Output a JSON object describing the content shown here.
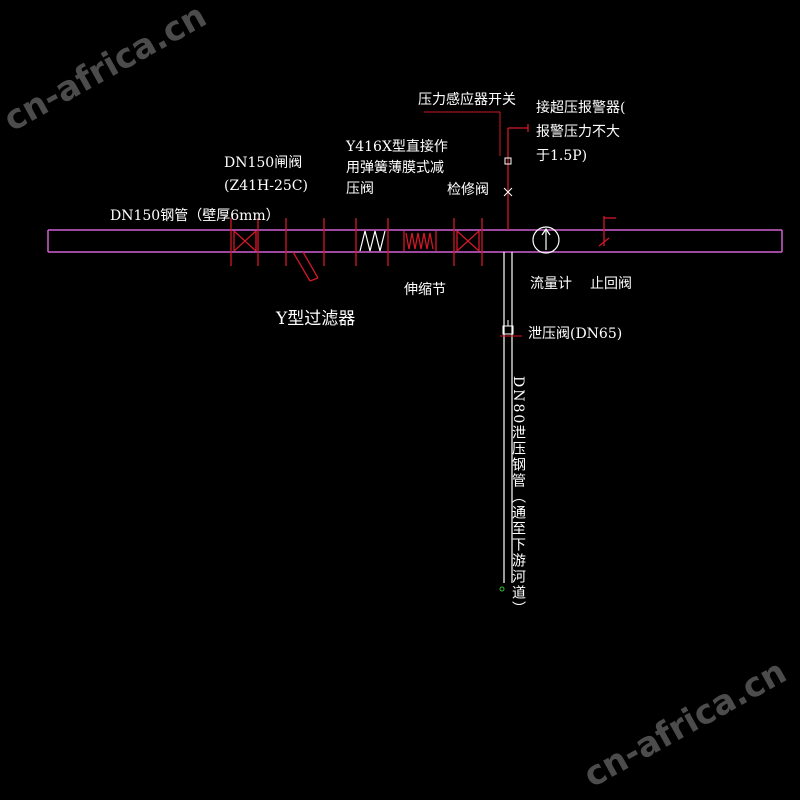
{
  "watermark": {
    "text": "cn-africa.cn",
    "color": "#8a8a8a"
  },
  "colors": {
    "background": "#000000",
    "main_pipe": "#d060d0",
    "fitting": "#d01828",
    "text": "#ffffff",
    "branch_pipe": "#ffffff"
  },
  "labels": {
    "main_pipe": "DN150钢管（壁厚6mm）",
    "gate_valve_1": "DN150闸阀",
    "gate_valve_2": "(Z41H-25C)",
    "prv_1": "Y416X型直接作",
    "prv_2": "用弹簧薄膜式减",
    "prv_3": "压阀",
    "maintenance_valve": "检修阀",
    "pressure_switch": "压力感应器开关",
    "alarm_1": "接超压报警器(",
    "alarm_2": "报警压力不大",
    "alarm_3": "于1.5P)",
    "y_strainer": "Y型过滤器",
    "expansion_joint": "伸缩节",
    "flow_meter": "流量计",
    "check_valve": "止回阀",
    "relief_valve": "泄压阀(DN65)",
    "relief_pipe": "DN80泄压钢管（通至下游河道）"
  },
  "icons": [
    "gate-valve-icon",
    "y-strainer-icon",
    "pressure-reducing-valve-icon",
    "expansion-joint-icon",
    "flow-meter-icon",
    "check-valve-icon",
    "relief-valve-icon"
  ]
}
